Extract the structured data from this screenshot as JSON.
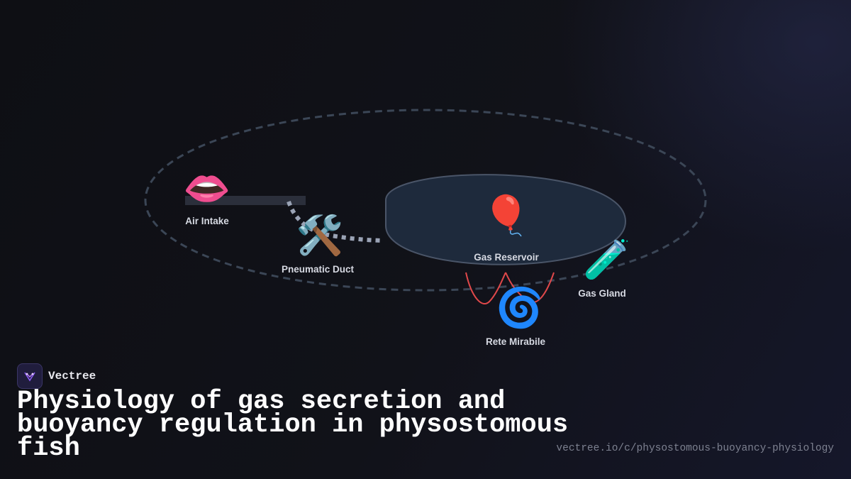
{
  "diagram": {
    "nodes": [
      {
        "id": "air-intake",
        "label": "Air Intake",
        "icon": "lips-icon",
        "glyph": "👄"
      },
      {
        "id": "pneumatic-duct",
        "label": "Pneumatic Duct",
        "icon": "hammer-wrench-icon",
        "glyph": "🛠️"
      },
      {
        "id": "gas-reservoir",
        "label": "Gas Reservoir",
        "icon": "balloon-icon",
        "glyph": "🎈"
      },
      {
        "id": "gas-gland",
        "label": "Gas Gland",
        "icon": "test-tube-icon",
        "glyph": "🧪"
      },
      {
        "id": "rete-mirabile",
        "label": "Rete Mirabile",
        "icon": "cyclone-icon",
        "glyph": "🌀"
      }
    ],
    "colors": {
      "outline_dash": "#3b4656",
      "reservoir_fill": "#1e2a3c",
      "duct_dots": "#9aa3b5",
      "blood_vessel": "#e0484a"
    }
  },
  "brand": {
    "name": "Vectree",
    "icon": "vectree-logo-icon"
  },
  "title": "Physiology of gas secretion and buoyancy regulation in physostomous fish",
  "url": "vectree.io/c/physostomous-buoyancy-physiology"
}
